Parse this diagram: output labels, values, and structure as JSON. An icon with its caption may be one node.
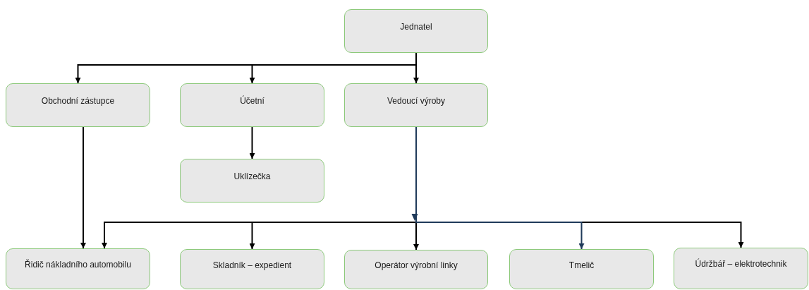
{
  "diagram": {
    "nodes": [
      {
        "text": [
          "Jednatel"
        ]
      },
      {
        "text": [
          "Obchodní zástupce"
        ]
      },
      {
        "text": [
          "Účetní"
        ]
      },
      {
        "text": [
          "Vedoucí výroby"
        ]
      },
      {
        "text": [
          "Uklízečka"
        ]
      },
      {
        "text": [
          "Řidič nákladního automobilu"
        ]
      },
      {
        "text": [
          "Skladník – expedient"
        ]
      },
      {
        "text": [
          "Operátor výrobní linky"
        ]
      },
      {
        "text": [
          "Tmelič"
        ]
      },
      {
        "text": [
          "Údržbář – elektrotechnik"
        ]
      }
    ],
    "edges": [
      {
        "from": 0,
        "to": 1,
        "arrow": "to"
      },
      {
        "from": 0,
        "to": 2,
        "arrow": "to"
      },
      {
        "from": 0,
        "to": 3,
        "arrow": "to"
      },
      {
        "from": 2,
        "to": 4,
        "arrow": "to"
      },
      {
        "from": 1,
        "to": 5,
        "arrow": "to"
      },
      {
        "from": 3,
        "to": 5,
        "arrow": "to"
      },
      {
        "from": 3,
        "to": 6,
        "arrow": "to"
      },
      {
        "from": 3,
        "to": 7,
        "arrow": "to"
      },
      {
        "from": 3,
        "to": 8,
        "arrow": "to",
        "color": "#1f3a5a"
      },
      {
        "from": 3,
        "to": 9,
        "arrow": "to"
      }
    ]
  }
}
